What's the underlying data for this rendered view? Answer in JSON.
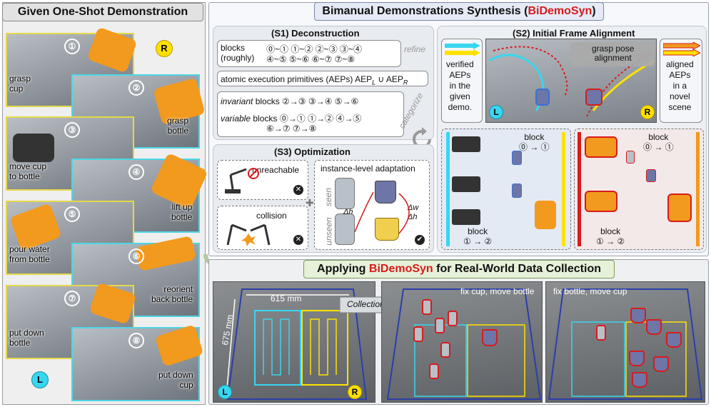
{
  "left": {
    "title": "Given One-Shot Demonstration",
    "steps": [
      {
        "num": "①",
        "caption": "grasp\ncup"
      },
      {
        "num": "②",
        "caption": "grasp\nbottle"
      },
      {
        "num": "③",
        "caption": "move cup\nto bottle"
      },
      {
        "num": "④",
        "caption": "lift up\nbottle"
      },
      {
        "num": "⑤",
        "caption": "pour water\nfrom bottle"
      },
      {
        "num": "⑥",
        "caption": "reorient\nback bottle"
      },
      {
        "num": "⑦",
        "caption": "put down\nbottle"
      },
      {
        "num": "⑧",
        "caption": "put down\ncup"
      }
    ],
    "badge_r": "R",
    "badge_l": "L"
  },
  "top": {
    "title_prefix": "Bimanual Demonstrations Synthesis (",
    "title_highlight": "BiDemoSyn",
    "title_suffix": ")",
    "s1": {
      "title": "(S1) Deconstruction",
      "blocks_label": "blocks\n(roughly)",
      "blocks_row1": "⓪~①  ①~②  ②~③  ③~④",
      "blocks_row2": "④~⑤  ⑤~⑥  ⑥~⑦  ⑦~⑧",
      "refine": "refine",
      "aep_text": "atomic execution primitives (AEPs) AEP",
      "aep_sub_l": "L",
      "aep_union": " ∪ AEP",
      "aep_sub_r": "R",
      "invariant_label": "invariant",
      "invariant_text": " blocks ②→③  ③→④  ⑤→⑥",
      "variable_label": "variable",
      "variable_text": " blocks ⓪→①  ①→②  ④→⑤",
      "variable_row2": "⑥→⑦  ⑦→⑧",
      "categorize": "categorize"
    },
    "s2": {
      "title": "(S2)  Initial Frame Alignment",
      "verified": "verified\nAEPs\nin the\ngiven\ndemo.",
      "aligned": "aligned\nAEPs\nin a\nnovel\nscene",
      "grasp_pose": "grasp pose\nalignment",
      "badge_l": "L",
      "badge_r": "R",
      "block_top_left": "block\n⓪ → ①",
      "block_top_right": "block\n⓪ → ①",
      "block_bot_left": "block\n① → ②",
      "block_bot_right": "block\n① → ②"
    },
    "s3": {
      "title": "(S3) Optimization",
      "unreachable": "unreachable",
      "collision": "collision",
      "instance": "instance-level adaptation",
      "seen": "seen",
      "unseen": "unseen",
      "dh": "Δh",
      "dw": "Δw",
      "dh2": "Δh"
    }
  },
  "bottom": {
    "title_prefix": "Applying ",
    "title_highlight": "BiDemoSyn",
    "title_suffix": " for Real-World Data Collection",
    "width_label": "615 mm",
    "height_label": "675 mm",
    "collection": "Collection",
    "fix_cup": "fix cup, move bottle",
    "fix_bottle": "fix bottle, move cup",
    "badge_l": "L",
    "badge_r": "R"
  },
  "colors": {
    "highlight": "#d81b1b",
    "left_arm": "#38d6f0",
    "right_arm": "#ffe100",
    "robot": "#f29a1d"
  }
}
